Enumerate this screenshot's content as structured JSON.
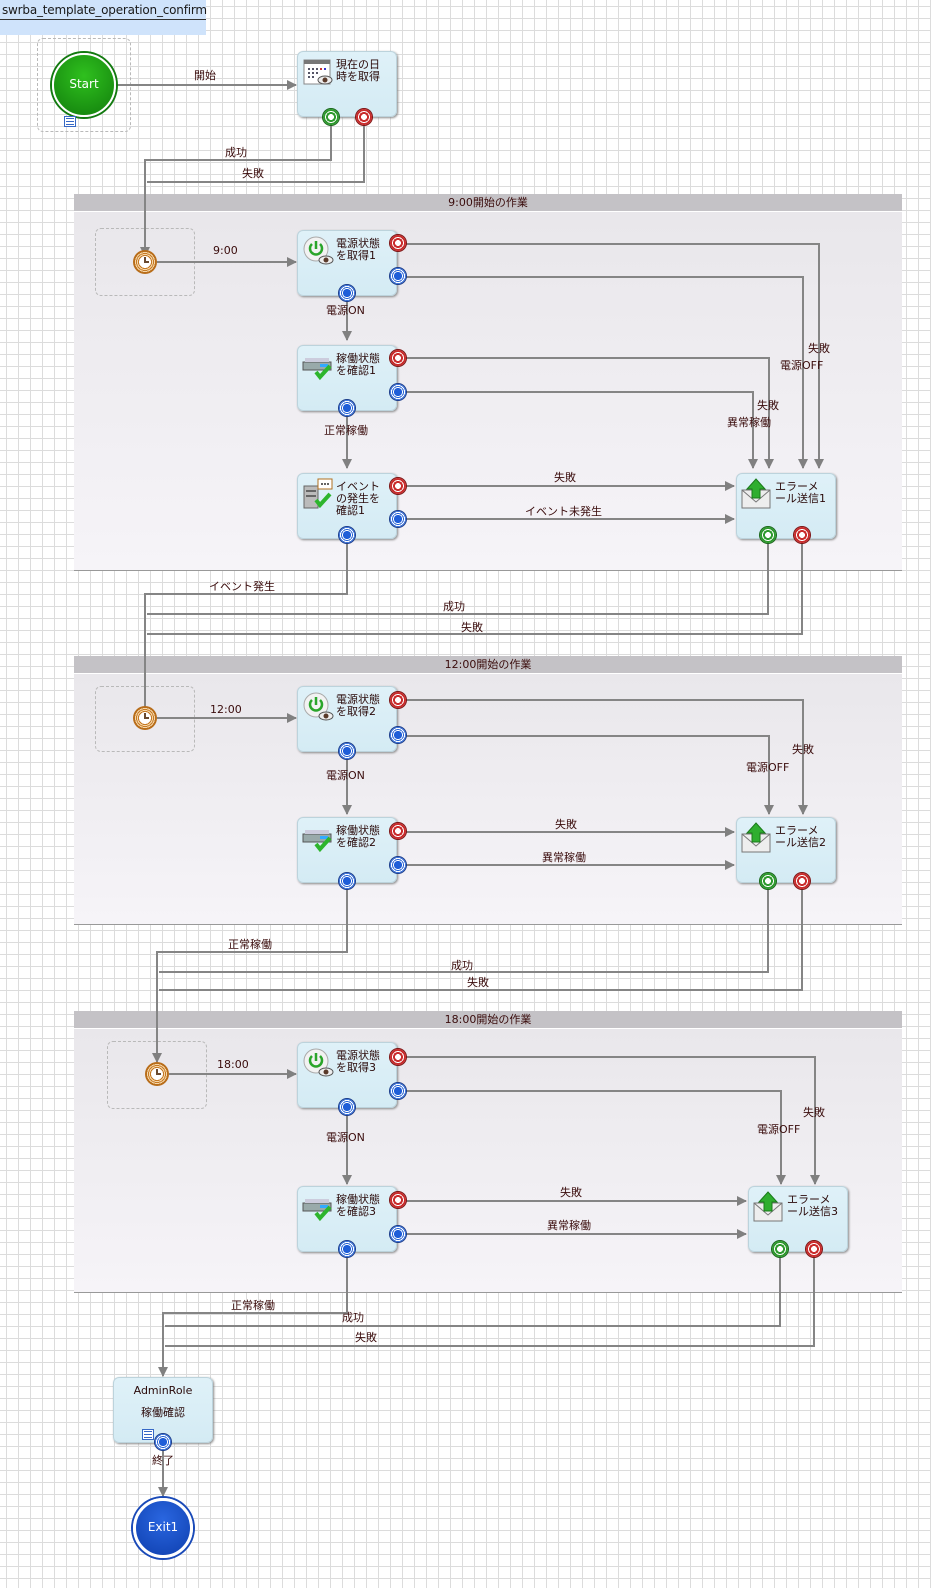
{
  "diagram": {
    "title": "swrba_template_operation_confirm",
    "start": {
      "label": "Start"
    },
    "exit": {
      "label": "Exit1"
    },
    "get_datetime": {
      "label": "現在の日\n時を取得",
      "icon": "calendar-eye-icon"
    },
    "edges_top": {
      "start_to_get": "開始",
      "success": "成功",
      "failure": "失敗"
    },
    "lanes": [
      {
        "header": "9:00開始の作業",
        "timer_label": "9:00",
        "power": {
          "label": "電源状態\nを取得1",
          "icon": "power-eye-icon"
        },
        "status": {
          "label": "稼働状態\nを確認1",
          "icon": "server-check-icon"
        },
        "event": {
          "label": "イベント\nの発生を\n確認1",
          "icon": "server-event-icon"
        },
        "mail": {
          "label": "エラーメ\nール送信1",
          "icon": "mail-upload-icon"
        },
        "edges": {
          "power_on": "電源ON",
          "power_off": "電源OFF",
          "power_fail": "失敗",
          "status_ok": "正常稼働",
          "status_abnormal": "異常稼働",
          "status_fail": "失敗",
          "event_fail": "失敗",
          "event_not_occurred": "イベント未発生",
          "event_occurred": "イベント発生",
          "mail_success": "成功",
          "mail_fail": "失敗"
        }
      },
      {
        "header": "12:00開始の作業",
        "timer_label": "12:00",
        "power": {
          "label": "電源状態\nを取得2",
          "icon": "power-eye-icon"
        },
        "status": {
          "label": "稼働状態\nを確認2",
          "icon": "server-check-icon"
        },
        "mail": {
          "label": "エラーメ\nール送信2",
          "icon": "mail-upload-icon"
        },
        "edges": {
          "power_on": "電源ON",
          "power_off": "電源OFF",
          "power_fail": "失敗",
          "status_ok": "正常稼働",
          "status_abnormal": "異常稼働",
          "status_fail": "失敗",
          "mail_success": "成功",
          "mail_fail": "失敗"
        }
      },
      {
        "header": "18:00開始の作業",
        "timer_label": "18:00",
        "power": {
          "label": "電源状態\nを取得3",
          "icon": "power-eye-icon"
        },
        "status": {
          "label": "稼働状態\nを確認3",
          "icon": "server-check-icon"
        },
        "mail": {
          "label": "エラーメ\nール送信3",
          "icon": "mail-upload-icon"
        },
        "edges": {
          "power_on": "電源ON",
          "power_off": "電源OFF",
          "power_fail": "失敗",
          "status_ok": "正常稼働",
          "status_abnormal": "異常稼働",
          "status_fail": "失敗",
          "mail_success": "成功",
          "mail_fail": "失敗"
        }
      }
    ],
    "admin": {
      "role": "AdminRole",
      "label": "稼働確認"
    },
    "end_edge": "終了"
  }
}
